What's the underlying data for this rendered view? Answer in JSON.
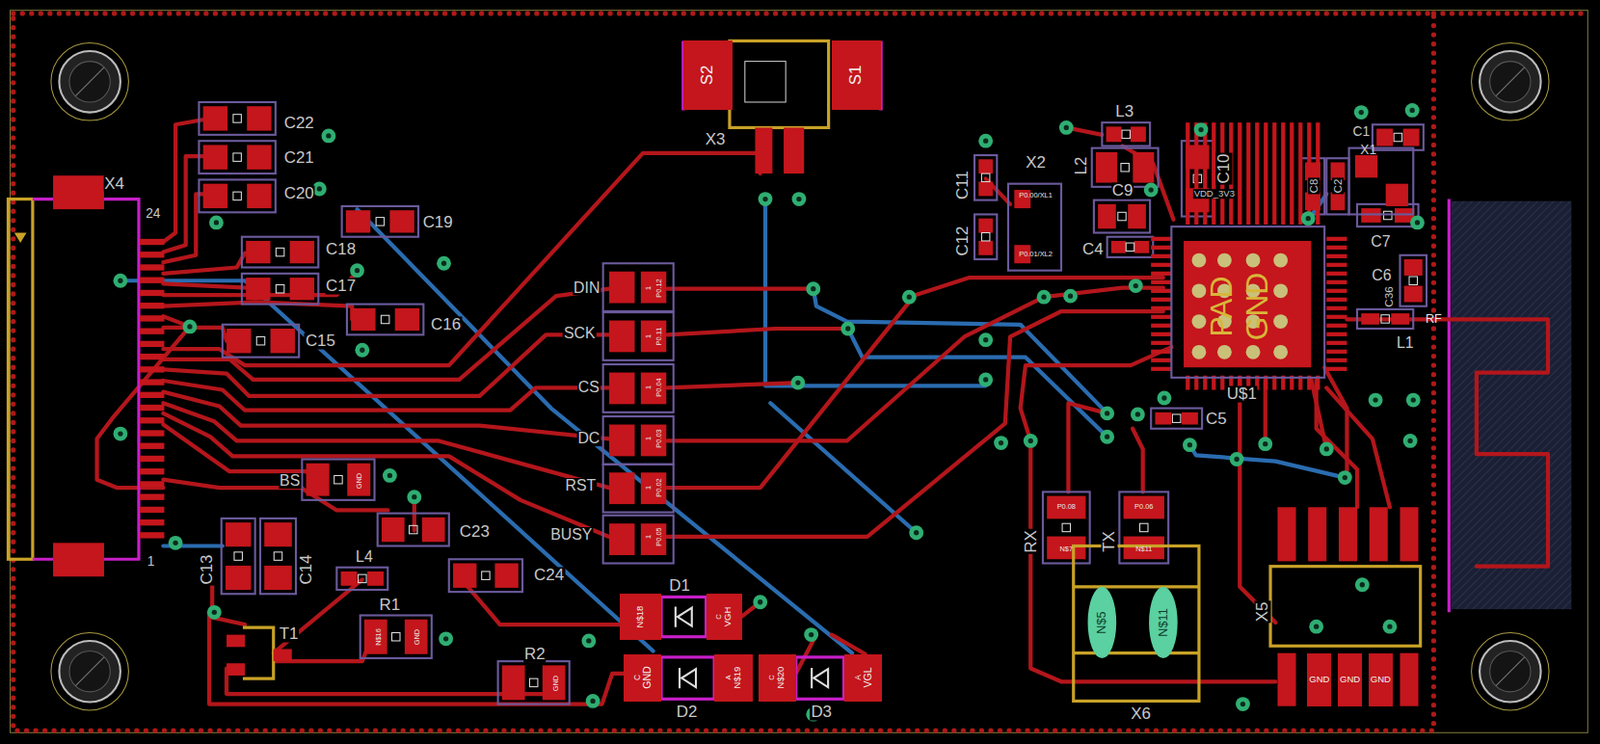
{
  "diagram": {
    "nodes": [
      {
        "text": [
          "S2"
        ]
      },
      {
        "text": [
          "S1"
        ]
      },
      {
        "text": [
          "N$18"
        ]
      },
      {
        "text": [
          "C",
          "VGH"
        ]
      },
      {
        "text": [
          "C",
          "GND"
        ]
      },
      {
        "text": [
          "A",
          "N$19"
        ]
      },
      {
        "text": [
          "C",
          "N$20"
        ]
      },
      {
        "text": [
          "A",
          "VGL"
        ]
      },
      {
        "text": [
          "GND"
        ]
      },
      {
        "text": [
          "GND"
        ]
      },
      {
        "text": [
          "GND"
        ]
      }
    ],
    "labels": [
      "X4",
      "24",
      "C22",
      "C21",
      "C20",
      "C19",
      "C18",
      "C17",
      "C16",
      "C15",
      "X3",
      "DIN",
      "1",
      "P0.12",
      "SCK",
      "1",
      "P0.11",
      "CS",
      "1",
      "P0.04",
      "DC",
      "1",
      "P0.03",
      "RST",
      "1",
      "P0.02",
      "BUSY",
      "1",
      "P0.05",
      "BS",
      "GND",
      "C23",
      "1",
      "C13",
      "C14",
      "L4",
      "C24",
      "D1",
      "T1",
      "R1",
      "N$16",
      "GND",
      "R2",
      "GND",
      "D2",
      "D3",
      "L3",
      "X2",
      "C11",
      "C12",
      "P0.00/XL1",
      "P0.01/XL2",
      "L2",
      "C9",
      "C10",
      "VDD_3V3",
      "C4",
      "C1",
      "X1",
      "C8",
      "C2",
      "C7",
      "C6",
      "C36",
      "L1",
      "RF",
      "PAD",
      "GND",
      "U$1",
      "C5",
      "RX",
      "P0.08",
      "N$7",
      "TX",
      "P0.06",
      "N$11",
      "N$5",
      "N$11",
      "X6",
      "X5"
    ]
  }
}
